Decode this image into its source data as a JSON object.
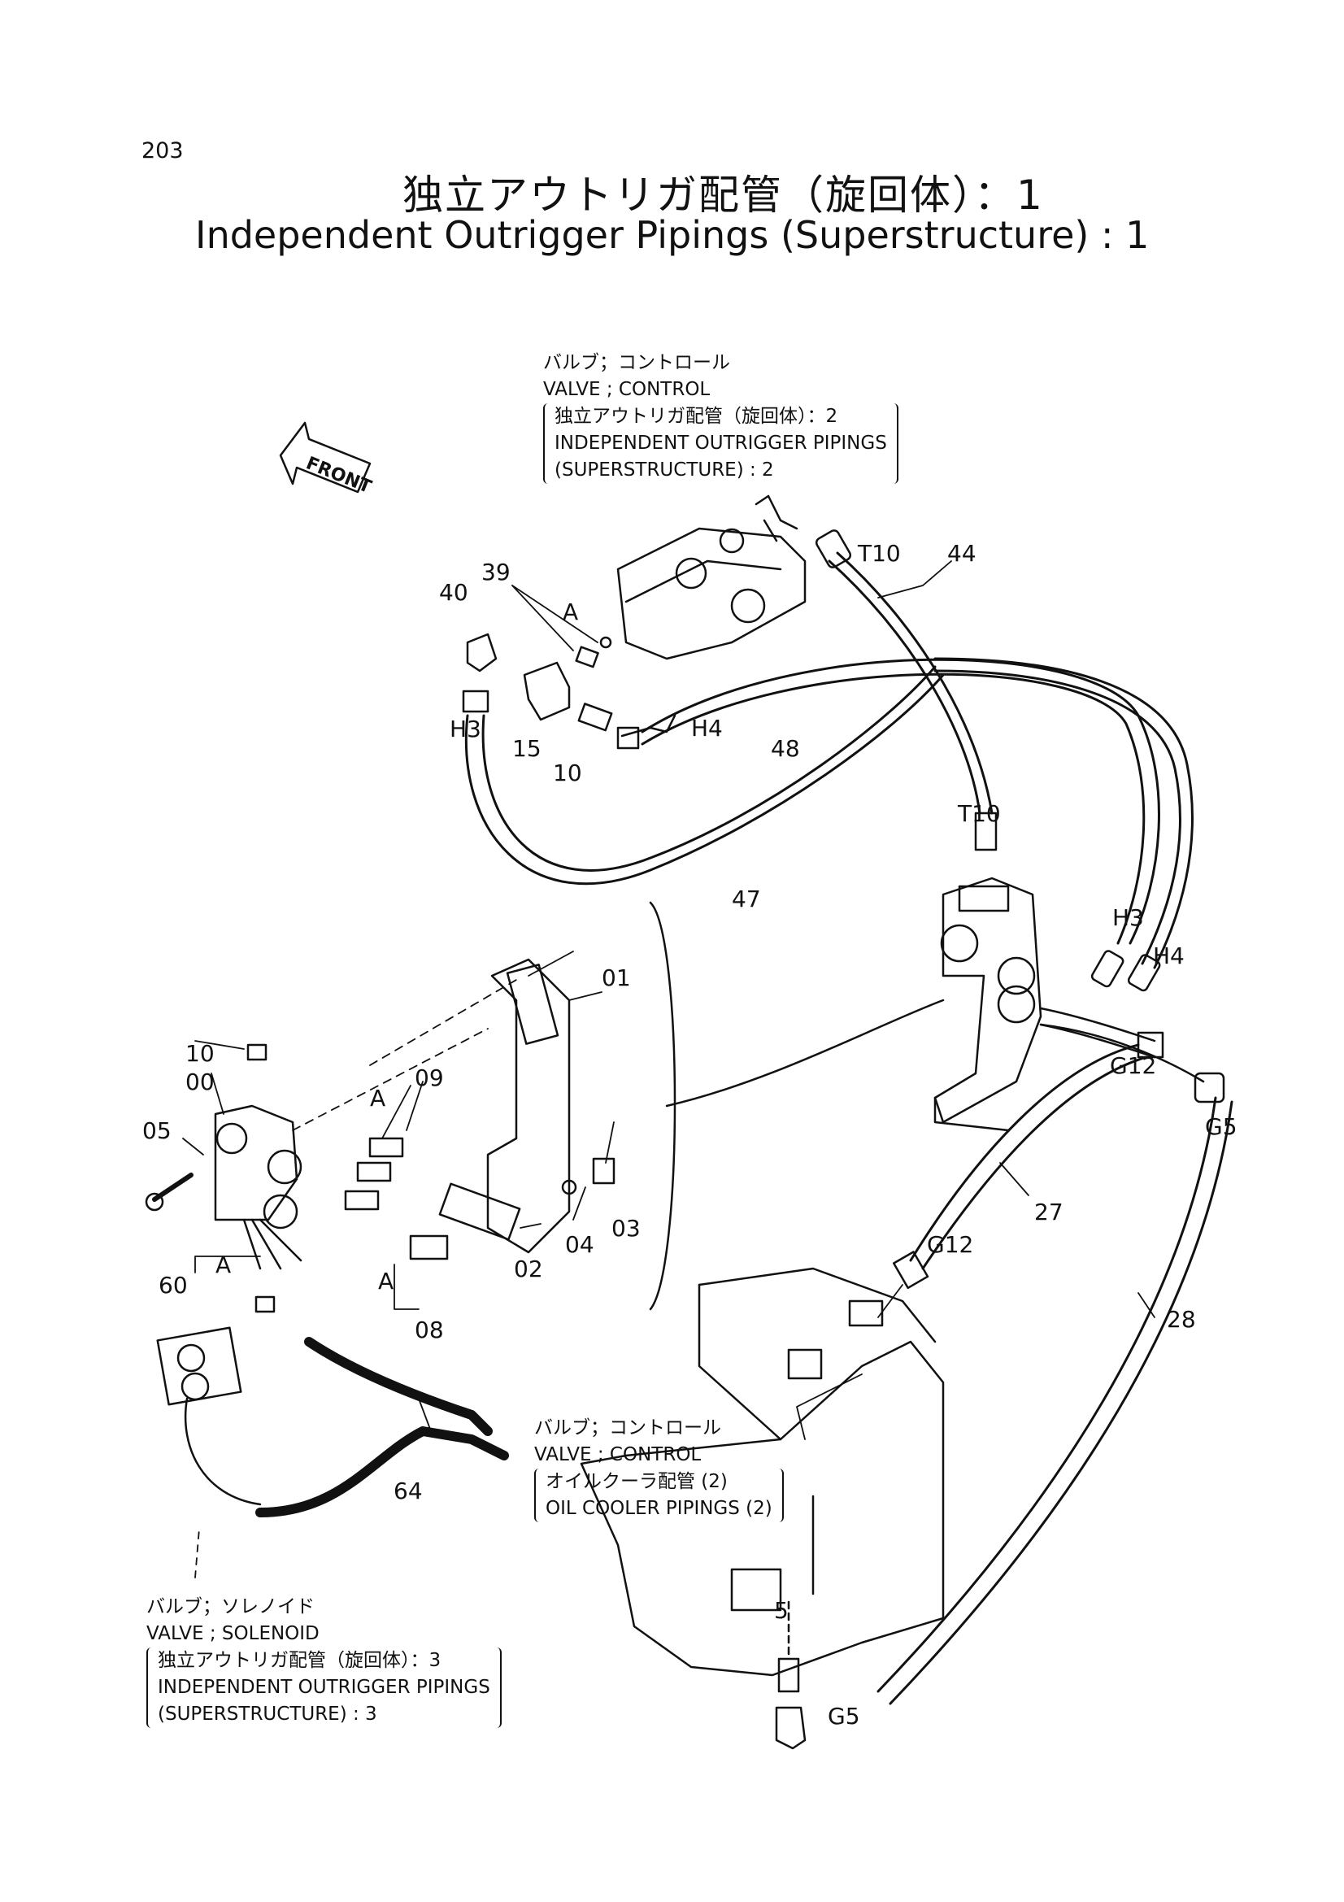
{
  "page_number": "203",
  "title_jp": "独立アウトリガ配管（旋回体）：1",
  "title_en": "Independent Outrigger Pipings (Superstructure) : 1",
  "front_label": "FRONT",
  "notes": {
    "top": {
      "jp": "バルブ；コントロール",
      "en": "VALVE ; CONTROL",
      "ref_jp": "独立アウトリガ配管（旋回体）：2",
      "ref_en1": "INDEPENDENT OUTRIGGER PIPINGS",
      "ref_en2": "(SUPERSTRUCTURE) : 2"
    },
    "middle": {
      "jp": "バルブ；コントロール",
      "en": "VALVE ; CONTROL",
      "ref_jp": "オイルクーラ配管 (2)",
      "ref_en1": "OIL COOLER PIPINGS (2)"
    },
    "bottom": {
      "jp": "バルブ；ソレノイド",
      "en": "VALVE ; SOLENOID",
      "ref_jp": "独立アウトリガ配管（旋回体）：3",
      "ref_en1": "INDEPENDENT OUTRIGGER PIPINGS",
      "ref_en2": "(SUPERSTRUCTURE) : 3"
    }
  },
  "labels": {
    "p44": "44",
    "p39": "39",
    "p40": "40",
    "pA1": "A",
    "pT10a": "T10",
    "pH3a": "H3",
    "p15": "15",
    "p10a": "10",
    "pH4a": "H4",
    "p48": "48",
    "pT10b": "T10",
    "p47": "47",
    "pH3b": "H3",
    "pH4b": "H4",
    "p01": "01",
    "p10b": "10",
    "p09": "09",
    "pA2": "A",
    "p00": "00",
    "p05": "05",
    "p03": "03",
    "p04": "04",
    "p02": "02",
    "pG12a": "G12",
    "pG5a": "G5",
    "p27": "27",
    "pG12b": "G12",
    "p28": "28",
    "p60": "60",
    "pA3": "A",
    "pA4": "A",
    "p08": "08",
    "p64": "64",
    "p5": "5",
    "pG5b": "G5"
  }
}
